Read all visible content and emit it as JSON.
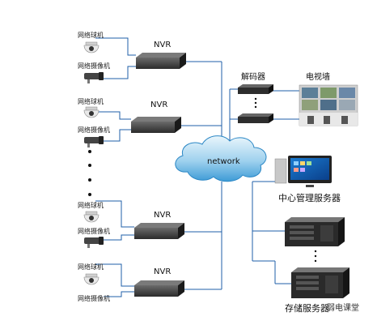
{
  "diagram": {
    "labels": {
      "dome_camera": "网络球机",
      "bullet_camera": "网络摄像机",
      "nvr": "NVR",
      "network": "network",
      "decoder": "解码器",
      "tv_wall": "电视墙",
      "management_server": "中心管理服务器",
      "storage_server": "存储服务器",
      "watermark": "弱电课堂"
    },
    "colors": {
      "line": "#1f5fa8",
      "cloud_top": "#e6f3fb",
      "cloud_bottom": "#4aa9dc",
      "nvr_box": "#2a2a2a"
    }
  }
}
